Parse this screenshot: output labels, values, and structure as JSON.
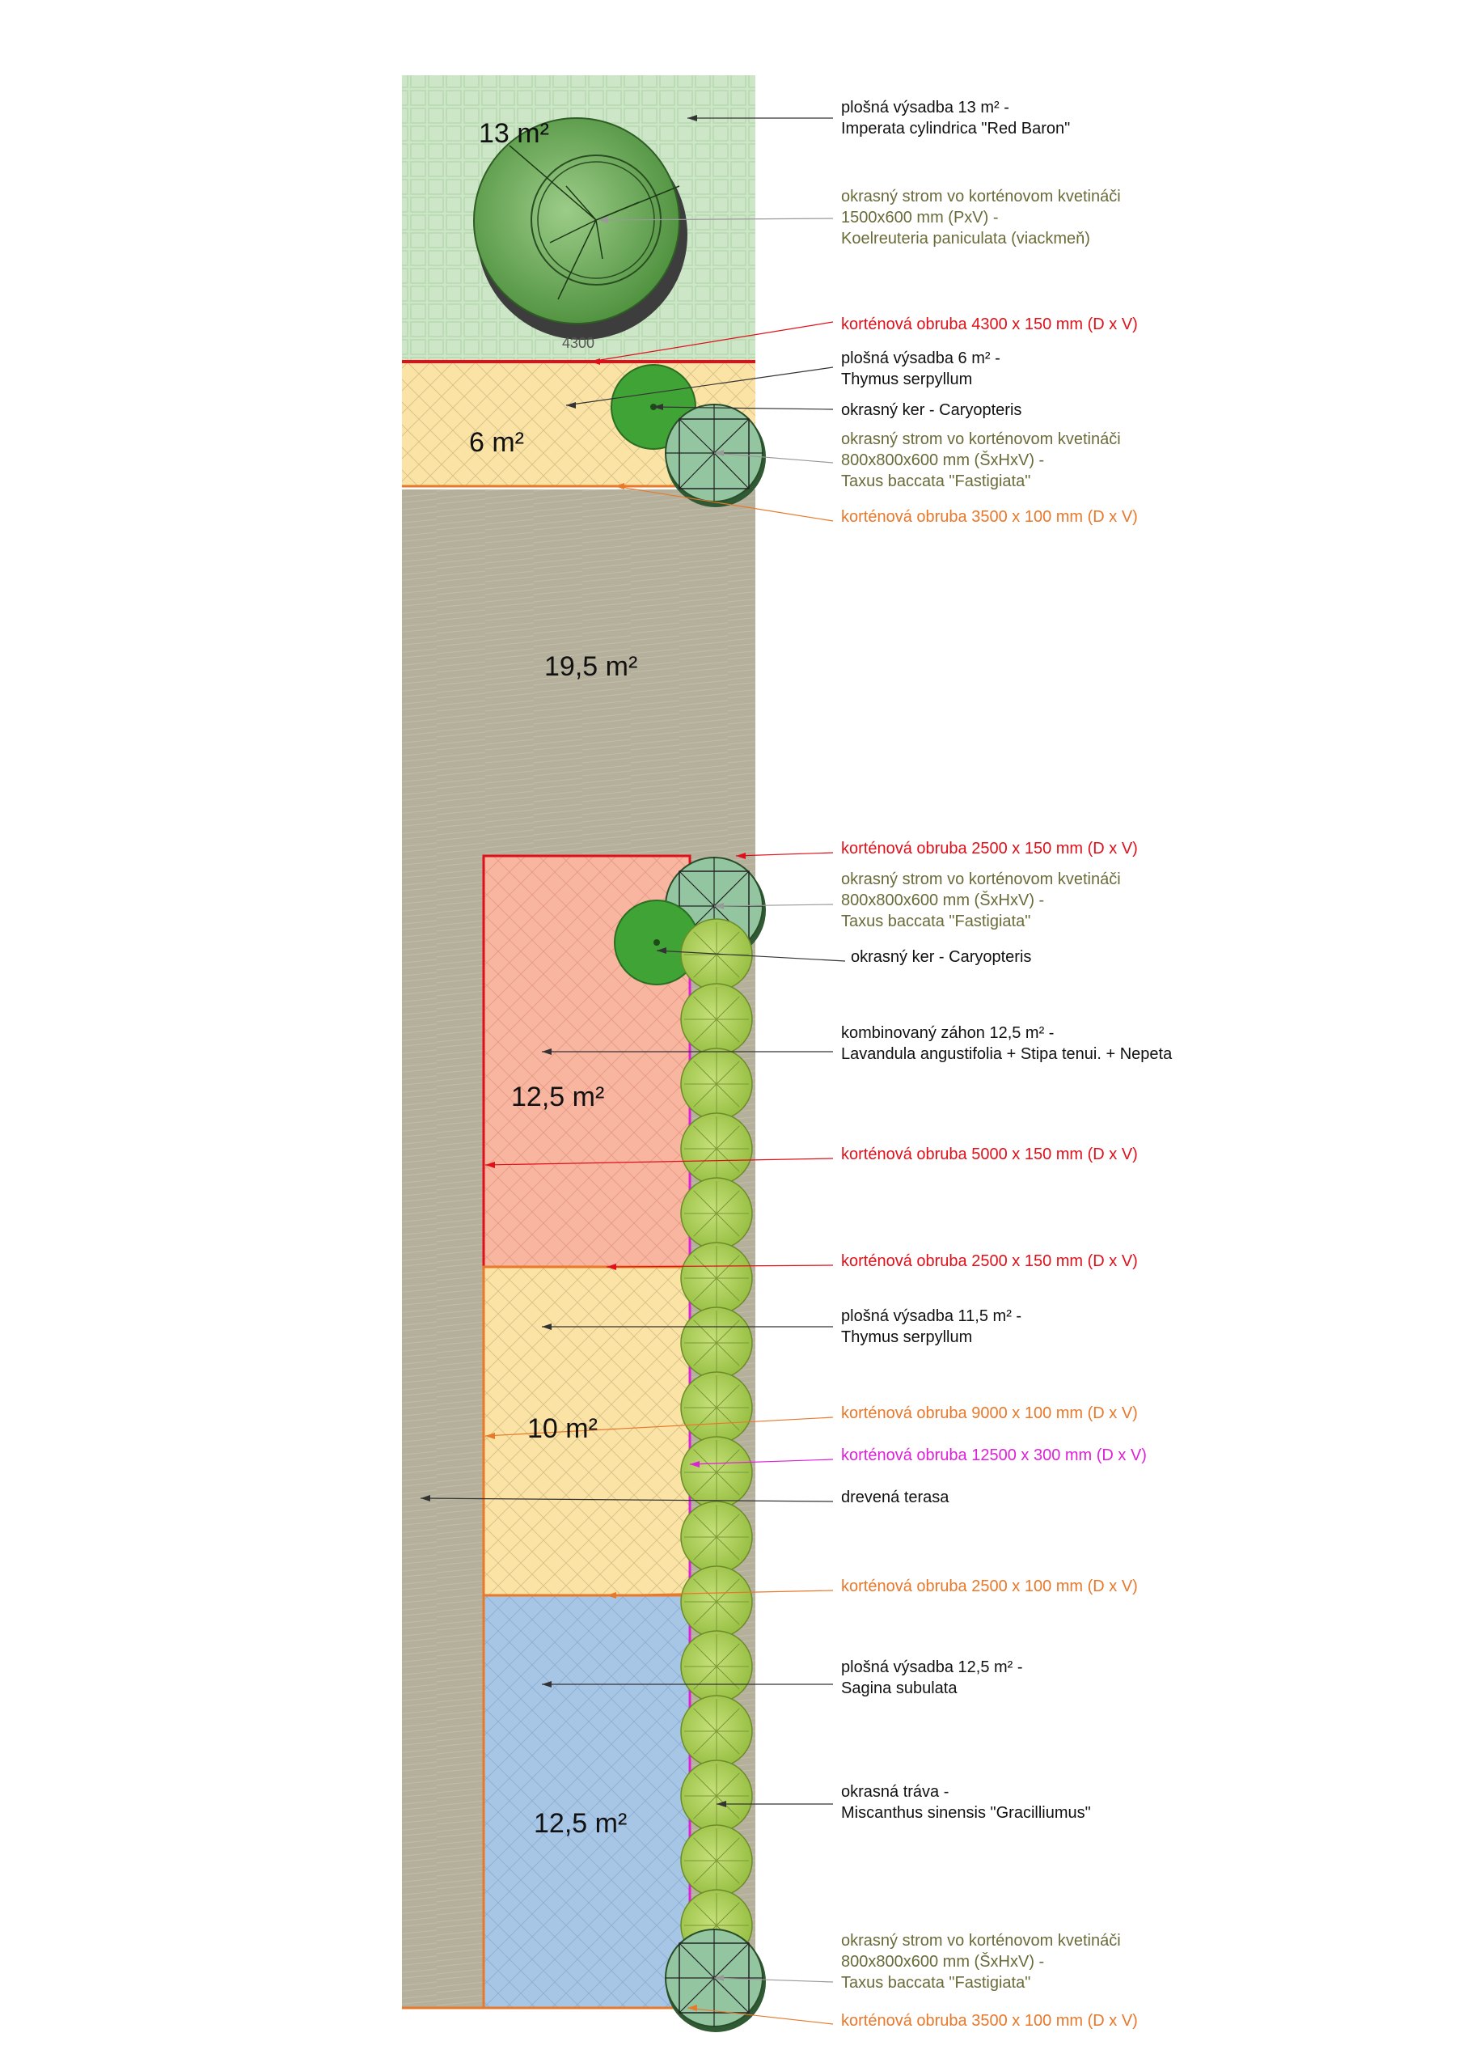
{
  "areas": {
    "a13": "13 m²",
    "a6": "6 m²",
    "a19": "19,5 m²",
    "a125a": "12,5 m²",
    "a10": "10 m²",
    "a125b": "12,5 m²"
  },
  "dimension": "4300",
  "legend": [
    {
      "lines": [
        "plošná výsadba 13 m² -",
        "Imperata cylindrica \"Red Baron\""
      ],
      "color": "#111111"
    },
    {
      "lines": [
        "okrasný strom vo korténovom kvetináči",
        "1500x600 mm (PxV) -",
        "Koelreuteria paniculata (viackmeň)"
      ],
      "color": "#6b6b3a"
    },
    {
      "lines": [
        "korténová obruba 4300 x 150 mm (D x V)"
      ],
      "color": "#e0101a"
    },
    {
      "lines": [
        "plošná výsadba 6 m² -",
        "Thymus serpyllum"
      ],
      "color": "#111111"
    },
    {
      "lines": [
        "okrasný ker - Caryopteris"
      ],
      "color": "#111111"
    },
    {
      "lines": [
        "okrasný strom vo korténovom kvetináči",
        "800x800x600 mm (ŠxHxV) -",
        "Taxus baccata \"Fastigiata\""
      ],
      "color": "#6b6b3a"
    },
    {
      "lines": [
        "korténová obruba 3500 x 100 mm (D x V)"
      ],
      "color": "#e8782a"
    },
    {
      "lines": [
        "korténová obruba 2500 x 150 mm (D x V)"
      ],
      "color": "#e0101a"
    },
    {
      "lines": [
        "okrasný strom vo korténovom kvetináči",
        "800x800x600 mm (ŠxHxV) -",
        "Taxus baccata \"Fastigiata\""
      ],
      "color": "#6b6b3a"
    },
    {
      "lines": [
        "okrasný ker - Caryopteris"
      ],
      "color": "#111111"
    },
    {
      "lines": [
        "kombinovaný záhon 12,5 m² -",
        "Lavandula angustifolia + Stipa tenui. + Nepeta"
      ],
      "color": "#111111"
    },
    {
      "lines": [
        "korténová obruba 5000 x 150 mm (D x V)"
      ],
      "color": "#e0101a"
    },
    {
      "lines": [
        "korténová obruba 2500 x 150 mm (D x V)"
      ],
      "color": "#e0101a"
    },
    {
      "lines": [
        "plošná výsadba 11,5 m² -",
        "Thymus serpyllum"
      ],
      "color": "#111111"
    },
    {
      "lines": [
        "korténová obruba 9000 x 100 mm (D x V)"
      ],
      "color": "#e8782a"
    },
    {
      "lines": [
        "korténová obruba 12500 x 300 mm (D x V)"
      ],
      "color": "#e020d8"
    },
    {
      "lines": [
        "drevená terasa"
      ],
      "color": "#111111"
    },
    {
      "lines": [
        "korténová obruba 2500 x 100 mm (D x V)"
      ],
      "color": "#e8782a"
    },
    {
      "lines": [
        "plošná výsadba 12,5 m² -",
        "Sagina subulata"
      ],
      "color": "#111111"
    },
    {
      "lines": [
        "okrasná tráva -",
        "Miscanthus sinensis \"Gracilliumus\""
      ],
      "color": "#111111"
    },
    {
      "lines": [
        "okrasný strom vo korténovom kvetináči",
        "800x800x600 mm (ŠxHxV) -",
        "Taxus baccata \"Fastigiata\""
      ],
      "color": "#6b6b3a"
    },
    {
      "lines": [
        "korténová obruba 3500 x 100 mm (D x V)"
      ],
      "color": "#e8782a"
    }
  ]
}
